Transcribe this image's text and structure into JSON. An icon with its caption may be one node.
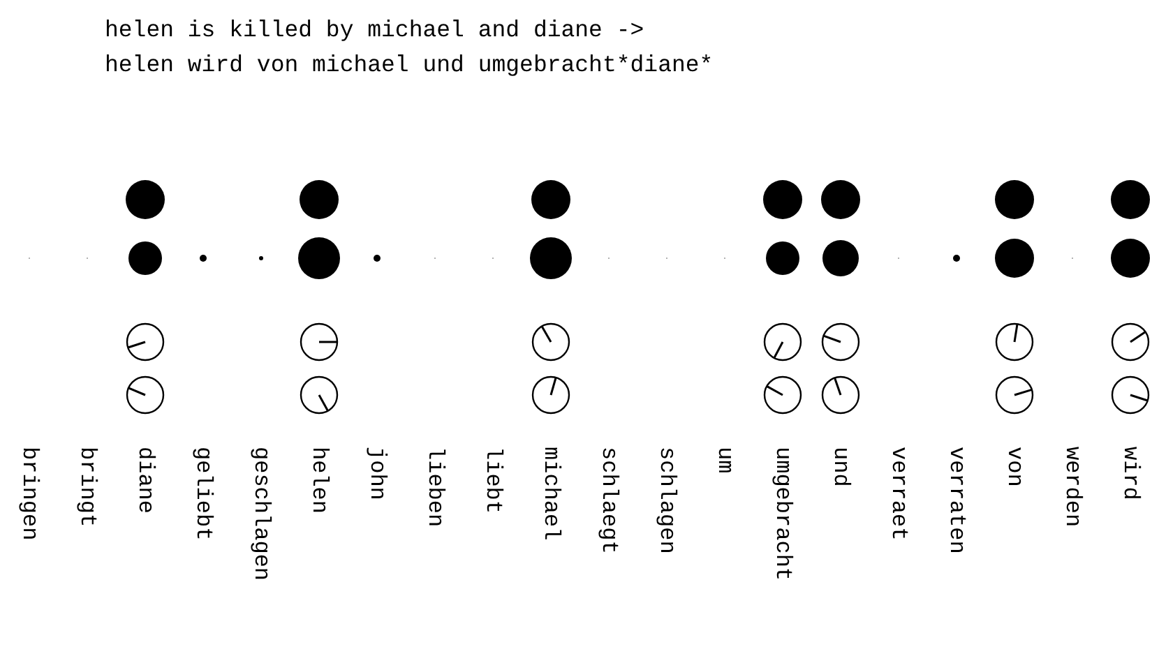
{
  "diagram": {
    "labels": [
      "helen is killed by michael and diane ->",
      "helen wird von michael und umgebracht*diane*",
      "bringen",
      "bringt",
      "diane",
      "geliebt",
      "geschlagen",
      "helen",
      "john",
      "lieben",
      "liebt",
      "michael",
      "schlaegt",
      "schlagen",
      "um",
      "umgebracht",
      "und",
      "verraet",
      "verraten",
      "von",
      "werden",
      "wird"
    ]
  }
}
